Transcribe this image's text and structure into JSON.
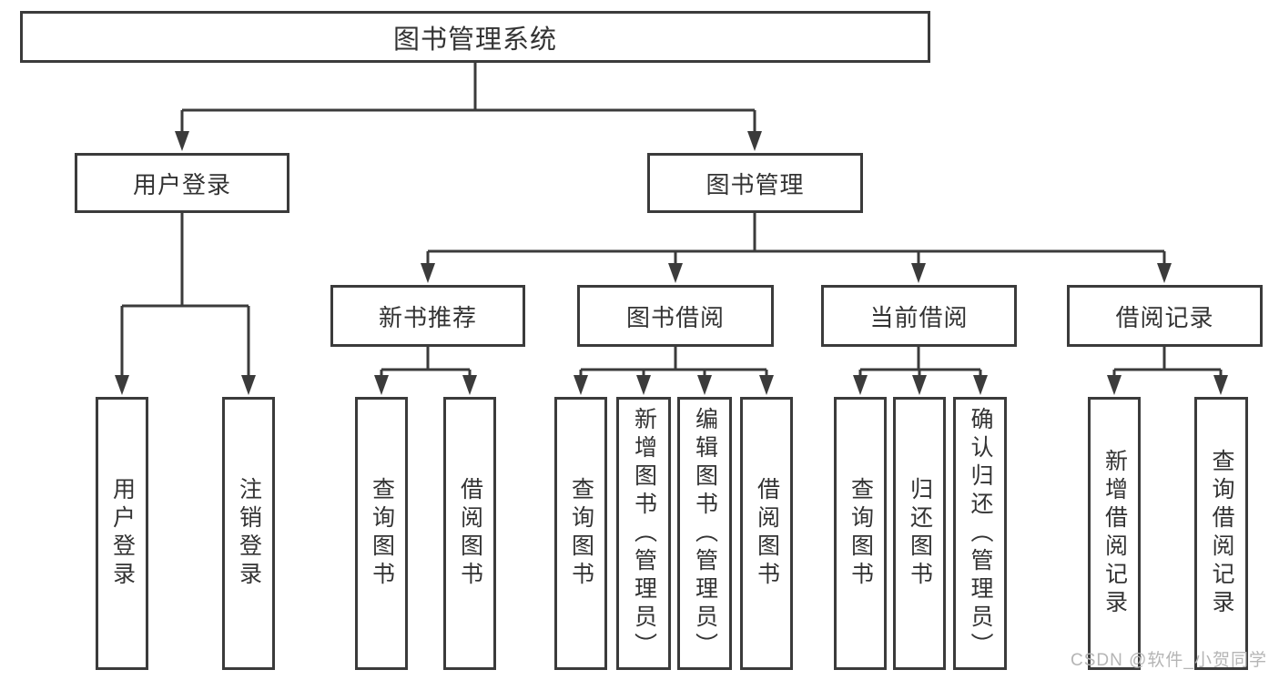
{
  "tree": {
    "label": "图书管理系统",
    "children": [
      {
        "label": "用户登录",
        "children": [
          {
            "label": "用户登录"
          },
          {
            "label": "注销登录"
          }
        ]
      },
      {
        "label": "图书管理",
        "children": [
          {
            "label": "新书推荐",
            "children": [
              {
                "label": "查询图书"
              },
              {
                "label": "借阅图书"
              }
            ]
          },
          {
            "label": "图书借阅",
            "children": [
              {
                "label": "查询图书"
              },
              {
                "label": "新增图书（管理员）"
              },
              {
                "label": "编辑图书（管理员）"
              },
              {
                "label": "借阅图书"
              }
            ]
          },
          {
            "label": "当前借阅",
            "children": [
              {
                "label": "查询图书"
              },
              {
                "label": "归还图书"
              },
              {
                "label": "确认归还（管理员）"
              }
            ]
          },
          {
            "label": "借阅记录",
            "children": [
              {
                "label": "新增借阅记录"
              },
              {
                "label": "查询借阅记录"
              }
            ]
          }
        ]
      }
    ]
  },
  "watermark": {
    "text": "CSDN @软件_小贺同学"
  },
  "colors": {
    "line": "#3b3b3b",
    "box_border": "#3b3b3b",
    "text": "#333333",
    "background": "#ffffff",
    "watermark": "#b5b5b5"
  }
}
